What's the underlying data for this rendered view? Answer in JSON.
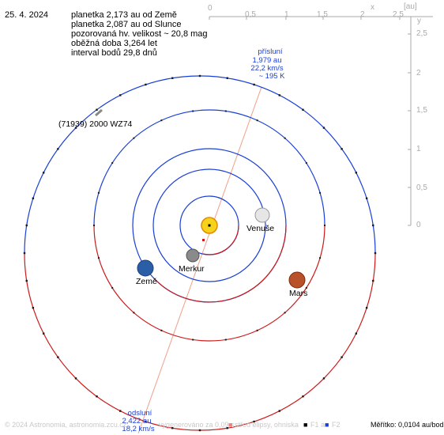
{
  "date": "25. 4. 2024",
  "info_lines": [
    "planetka 2,173 au od Země",
    "planetka 2,087 au od Slunce",
    "pozorovaná hv. velikost ~ 20,8 mag",
    "oběžná doba 3,264 let",
    "interval bodů 29,8 dnů"
  ],
  "asteroid": {
    "name": "(71939) 2000 WZ74"
  },
  "perihelion": {
    "label": "přísluní",
    "distance": "1,979 au",
    "speed": "22,2 km/s",
    "temperature": "~ 195 K"
  },
  "aphelion": {
    "label": "odsluní",
    "distance": "2,422 au",
    "speed": "18,2 km/s"
  },
  "planets": [
    "Merkur",
    "Venuše",
    "Země",
    "Mars"
  ],
  "axis": {
    "unit": "[au]",
    "x_letter": "x",
    "y_letter": "y",
    "x_ticks": [
      "0",
      "0,5",
      "1",
      "1,5",
      "2",
      "2,5"
    ],
    "y_ticks": [
      "2,5",
      "2",
      "1,5",
      "1",
      "0,5",
      "0"
    ]
  },
  "footer": {
    "copyright": "© 2024 Astronomia, astronomia.zcu.cz",
    "generated": "vygenerováno za 0,09 s",
    "legend_center": "střed elipsy, ohniska",
    "legend_f1": "F1 a",
    "legend_f2": "F2"
  },
  "scale_text": "Měřítko: 0,0104 au/bod",
  "colors": {
    "asteroid_orbit": "#1a3fd6",
    "asteroid_orbit_south": "#cc1a1a",
    "apsis_line": "#f0a088",
    "axis": "#aaaaaa",
    "sun": "#f6d21a"
  }
}
